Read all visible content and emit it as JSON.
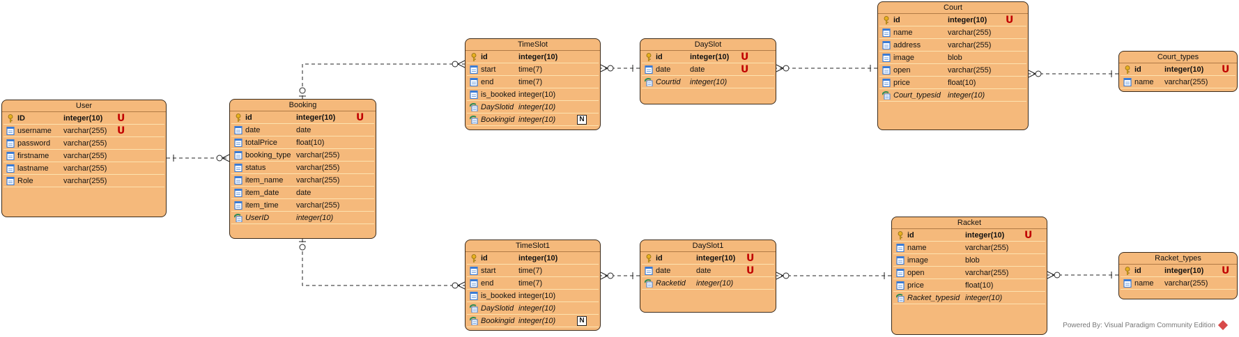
{
  "entities": [
    {
      "key": "user",
      "title": "User",
      "rows": [
        {
          "name": "ID",
          "type": "integer(10)",
          "kind": "pk",
          "badge": "U"
        },
        {
          "name": "username",
          "type": "varchar(255)",
          "kind": "col",
          "badge": "U"
        },
        {
          "name": "password",
          "type": "varchar(255)",
          "kind": "col"
        },
        {
          "name": "firstname",
          "type": "varchar(255)",
          "kind": "col"
        },
        {
          "name": "lastname",
          "type": "varchar(255)",
          "kind": "col"
        },
        {
          "name": "Role",
          "type": "varchar(255)",
          "kind": "col"
        }
      ]
    },
    {
      "key": "booking",
      "title": "Booking",
      "rows": [
        {
          "name": "id",
          "type": "integer(10)",
          "kind": "pk",
          "badge": "U"
        },
        {
          "name": "date",
          "type": "date",
          "kind": "col"
        },
        {
          "name": "totalPrice",
          "type": "float(10)",
          "kind": "col"
        },
        {
          "name": "booking_type",
          "type": "varchar(255)",
          "kind": "col"
        },
        {
          "name": "status",
          "type": "varchar(255)",
          "kind": "col"
        },
        {
          "name": "item_name",
          "type": "varchar(255)",
          "kind": "col"
        },
        {
          "name": "item_date",
          "type": "date",
          "kind": "col"
        },
        {
          "name": "item_time",
          "type": "varchar(255)",
          "kind": "col"
        },
        {
          "name": "UserID",
          "type": "integer(10)",
          "kind": "fk"
        }
      ]
    },
    {
      "key": "timeslot",
      "title": "TimeSlot",
      "rows": [
        {
          "name": "id",
          "type": "integer(10)",
          "kind": "pk"
        },
        {
          "name": "start",
          "type": "time(7)",
          "kind": "col"
        },
        {
          "name": "end",
          "type": "time(7)",
          "kind": "col"
        },
        {
          "name": "is_booked",
          "type": "integer(10)",
          "kind": "col"
        },
        {
          "name": "DaySlotid",
          "type": "integer(10)",
          "kind": "fk"
        },
        {
          "name": "Bookingid",
          "type": "integer(10)",
          "kind": "fk",
          "badge": "N"
        }
      ]
    },
    {
      "key": "dayslot",
      "title": "DaySlot",
      "rows": [
        {
          "name": "id",
          "type": "integer(10)",
          "kind": "pk",
          "badge": "U"
        },
        {
          "name": "date",
          "type": "date",
          "kind": "col",
          "badge": "U"
        },
        {
          "name": "Courtid",
          "type": "integer(10)",
          "kind": "fk"
        }
      ]
    },
    {
      "key": "court",
      "title": "Court",
      "rows": [
        {
          "name": "id",
          "type": "integer(10)",
          "kind": "pk",
          "badge": "U"
        },
        {
          "name": "name",
          "type": "varchar(255)",
          "kind": "col"
        },
        {
          "name": "address",
          "type": "varchar(255)",
          "kind": "col"
        },
        {
          "name": "image",
          "type": "blob",
          "kind": "col"
        },
        {
          "name": "open",
          "type": "varchar(255)",
          "kind": "col"
        },
        {
          "name": "price",
          "type": "float(10)",
          "kind": "col"
        },
        {
          "name": "Court_typesid",
          "type": "integer(10)",
          "kind": "fk"
        }
      ]
    },
    {
      "key": "court_types",
      "title": "Court_types",
      "rows": [
        {
          "name": "id",
          "type": "integer(10)",
          "kind": "pk",
          "badge": "U"
        },
        {
          "name": "name",
          "type": "varchar(255)",
          "kind": "col"
        }
      ]
    },
    {
      "key": "timeslot1",
      "title": "TimeSlot1",
      "rows": [
        {
          "name": "id",
          "type": "integer(10)",
          "kind": "pk"
        },
        {
          "name": "start",
          "type": "time(7)",
          "kind": "col"
        },
        {
          "name": "end",
          "type": "time(7)",
          "kind": "col"
        },
        {
          "name": "is_booked",
          "type": "integer(10)",
          "kind": "col"
        },
        {
          "name": "DaySlotid",
          "type": "integer(10)",
          "kind": "fk"
        },
        {
          "name": "Bookingid",
          "type": "integer(10)",
          "kind": "fk",
          "badge": "N"
        }
      ]
    },
    {
      "key": "dayslot1",
      "title": "DaySlot1",
      "rows": [
        {
          "name": "id",
          "type": "integer(10)",
          "kind": "pk",
          "badge": "U"
        },
        {
          "name": "date",
          "type": "date",
          "kind": "col",
          "badge": "U"
        },
        {
          "name": "Racketid",
          "type": "integer(10)",
          "kind": "fk"
        }
      ]
    },
    {
      "key": "racket",
      "title": "Racket",
      "rows": [
        {
          "name": "id",
          "type": "integer(10)",
          "kind": "pk",
          "badge": "U"
        },
        {
          "name": "name",
          "type": "varchar(255)",
          "kind": "col"
        },
        {
          "name": "image",
          "type": "blob",
          "kind": "col"
        },
        {
          "name": "open",
          "type": "varchar(255)",
          "kind": "col"
        },
        {
          "name": "price",
          "type": "float(10)",
          "kind": "col"
        },
        {
          "name": "Racket_typesid",
          "type": "integer(10)",
          "kind": "fk"
        }
      ]
    },
    {
      "key": "racket_types",
      "title": "Racket_types",
      "rows": [
        {
          "name": "id",
          "type": "integer(10)",
          "kind": "pk",
          "badge": "U"
        },
        {
          "name": "name",
          "type": "varchar(255)",
          "kind": "col"
        }
      ]
    }
  ],
  "relationships": [
    {
      "from": "user",
      "to": "booking",
      "from_end": "one",
      "to_end": "zero-many"
    },
    {
      "from": "booking",
      "to": "timeslot",
      "from_end": "zero-one",
      "to_end": "zero-many"
    },
    {
      "from": "dayslot",
      "to": "timeslot",
      "from_end": "one",
      "to_end": "zero-many"
    },
    {
      "from": "court",
      "to": "dayslot",
      "from_end": "one",
      "to_end": "zero-many"
    },
    {
      "from": "court_types",
      "to": "court",
      "from_end": "one",
      "to_end": "zero-many"
    },
    {
      "from": "booking",
      "to": "timeslot1",
      "from_end": "zero-one",
      "to_end": "zero-many"
    },
    {
      "from": "dayslot1",
      "to": "timeslot1",
      "from_end": "one",
      "to_end": "zero-many"
    },
    {
      "from": "racket",
      "to": "dayslot1",
      "from_end": "one",
      "to_end": "zero-many"
    },
    {
      "from": "racket_types",
      "to": "racket",
      "from_end": "one",
      "to_end": "zero-many"
    }
  ],
  "colors": {
    "entity_fill": "#f5b97b",
    "entity_border": "#3a2a1a",
    "unique_badge": "#c00000",
    "key_icon": "#e8b020",
    "column_icon": "#3a7bd5",
    "fk_icon": "#2e8b57"
  },
  "icons": {
    "pk": "key-icon",
    "col": "column-icon",
    "fk": "foreign-key-icon"
  },
  "watermark": {
    "text": "Powered By: Visual Paradigm Community Edition"
  }
}
